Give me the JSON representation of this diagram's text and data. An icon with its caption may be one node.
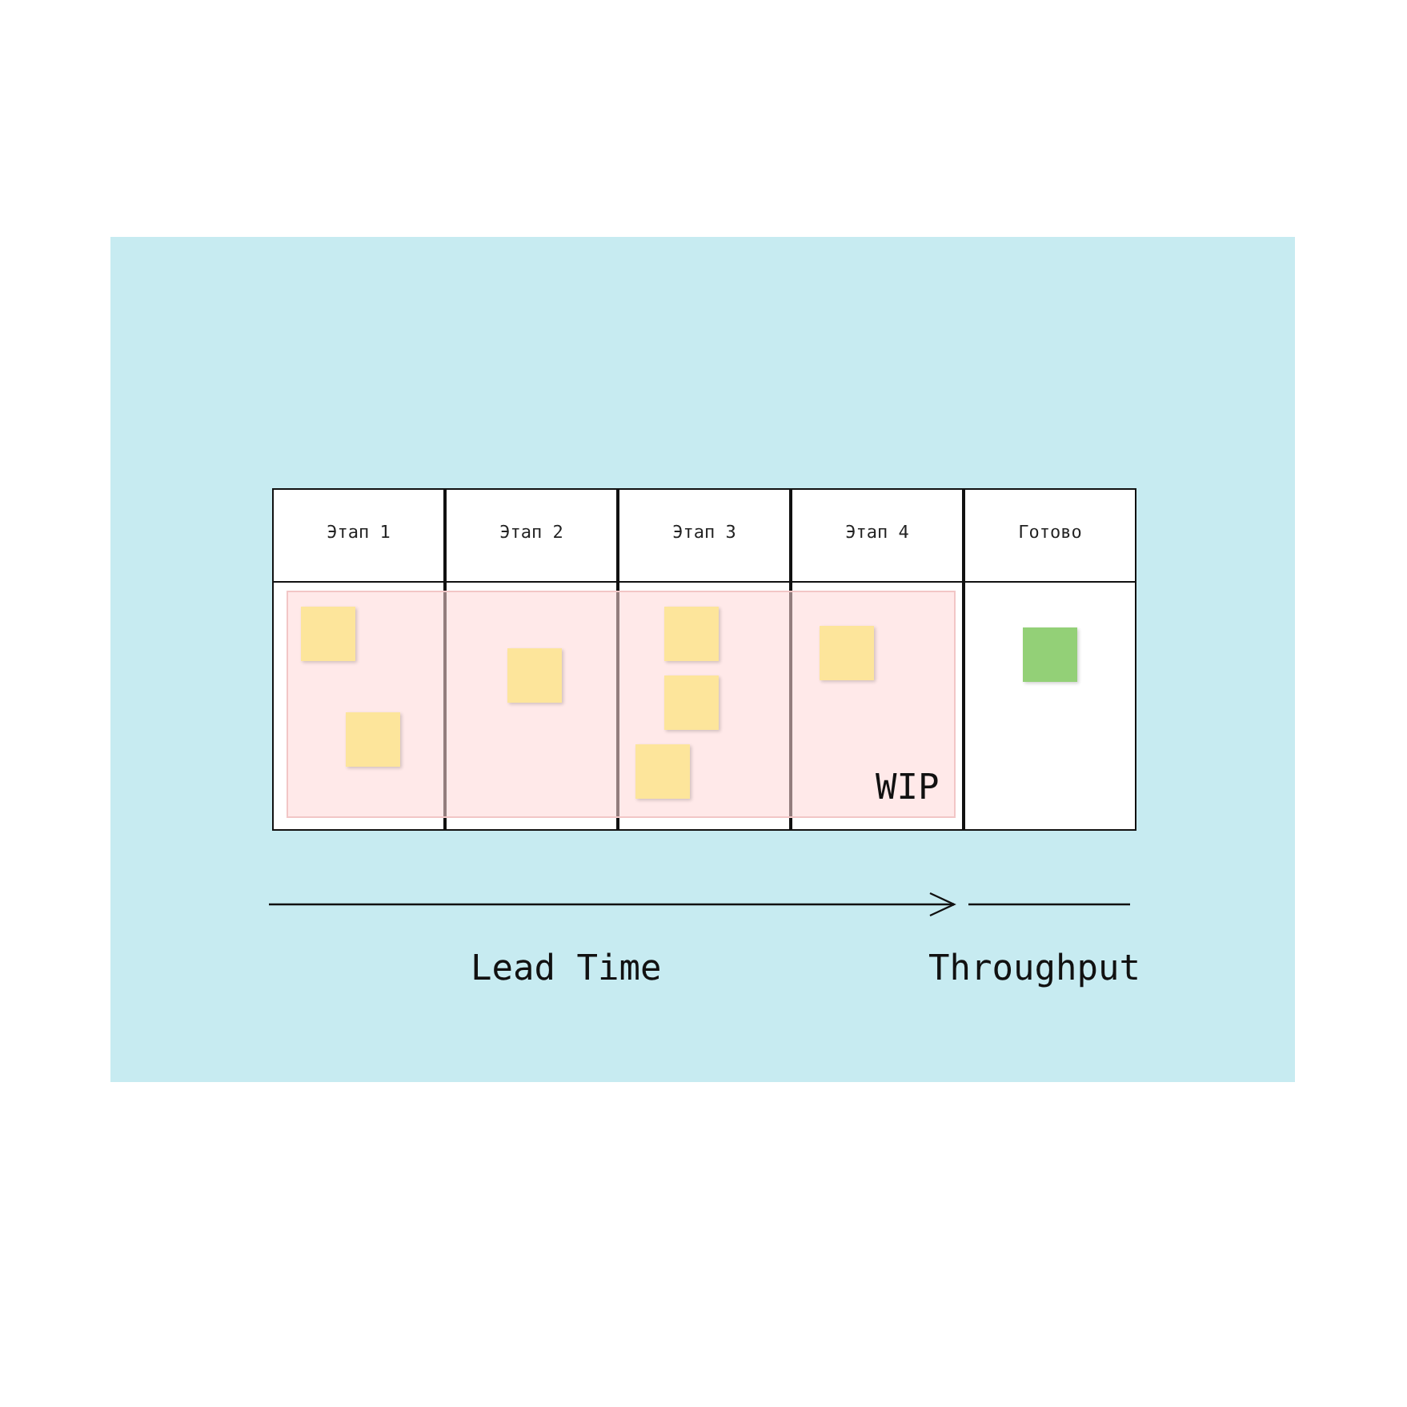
{
  "diagram": {
    "nodes": [
      {
        "text": [
          "Этап 1"
        ]
      },
      {
        "text": [
          "Этап 2"
        ]
      },
      {
        "text": [
          "Этап 3"
        ]
      },
      {
        "text": [
          "Этап 4"
        ]
      },
      {
        "text": [
          "Готово"
        ]
      },
      {
        "text": [],
        "shape": "band"
      },
      {
        "text": [],
        "shape": "box"
      },
      {
        "text": [],
        "shape": "box"
      },
      {
        "text": [],
        "shape": "box"
      },
      {
        "text": [],
        "shape": "box"
      },
      {
        "text": [],
        "shape": "box"
      },
      {
        "text": [],
        "shape": "box"
      },
      {
        "text": [],
        "shape": "box"
      },
      {
        "text": [],
        "shape": "box",
        "in": 4
      }
    ],
    "edges": [],
    "labels": [
      "WIP",
      "Lead Time",
      "Throughput"
    ]
  }
}
